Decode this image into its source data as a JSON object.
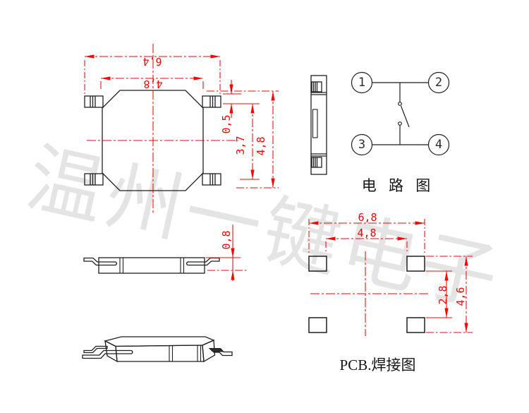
{
  "watermark": {
    "text": "温州一键电子"
  },
  "colors": {
    "dimension_red": "#f70505",
    "line_black": "#1f1f1f",
    "watermark_gray": "#e4e4e4",
    "background": "#ffffff"
  },
  "top_view": {
    "dim_overall_width": "6,4",
    "dim_body_width": "4,8",
    "dim_lead_offset": "0,5",
    "dim_lead_span": "3,7",
    "dim_body_height": "4,8"
  },
  "side_view": {
    "dim_height": "0,8"
  },
  "circuit_diagram": {
    "title": "电 路 图",
    "pin1": "1",
    "pin2": "2",
    "pin3": "3",
    "pin4": "4"
  },
  "pcb_layout": {
    "title": "PCB.焊接图",
    "dim_pad_outer_width": "6,8",
    "dim_pad_inner_width": "4,8",
    "dim_pad_inner_height": "2,8",
    "dim_pad_outer_height": "4,6"
  }
}
